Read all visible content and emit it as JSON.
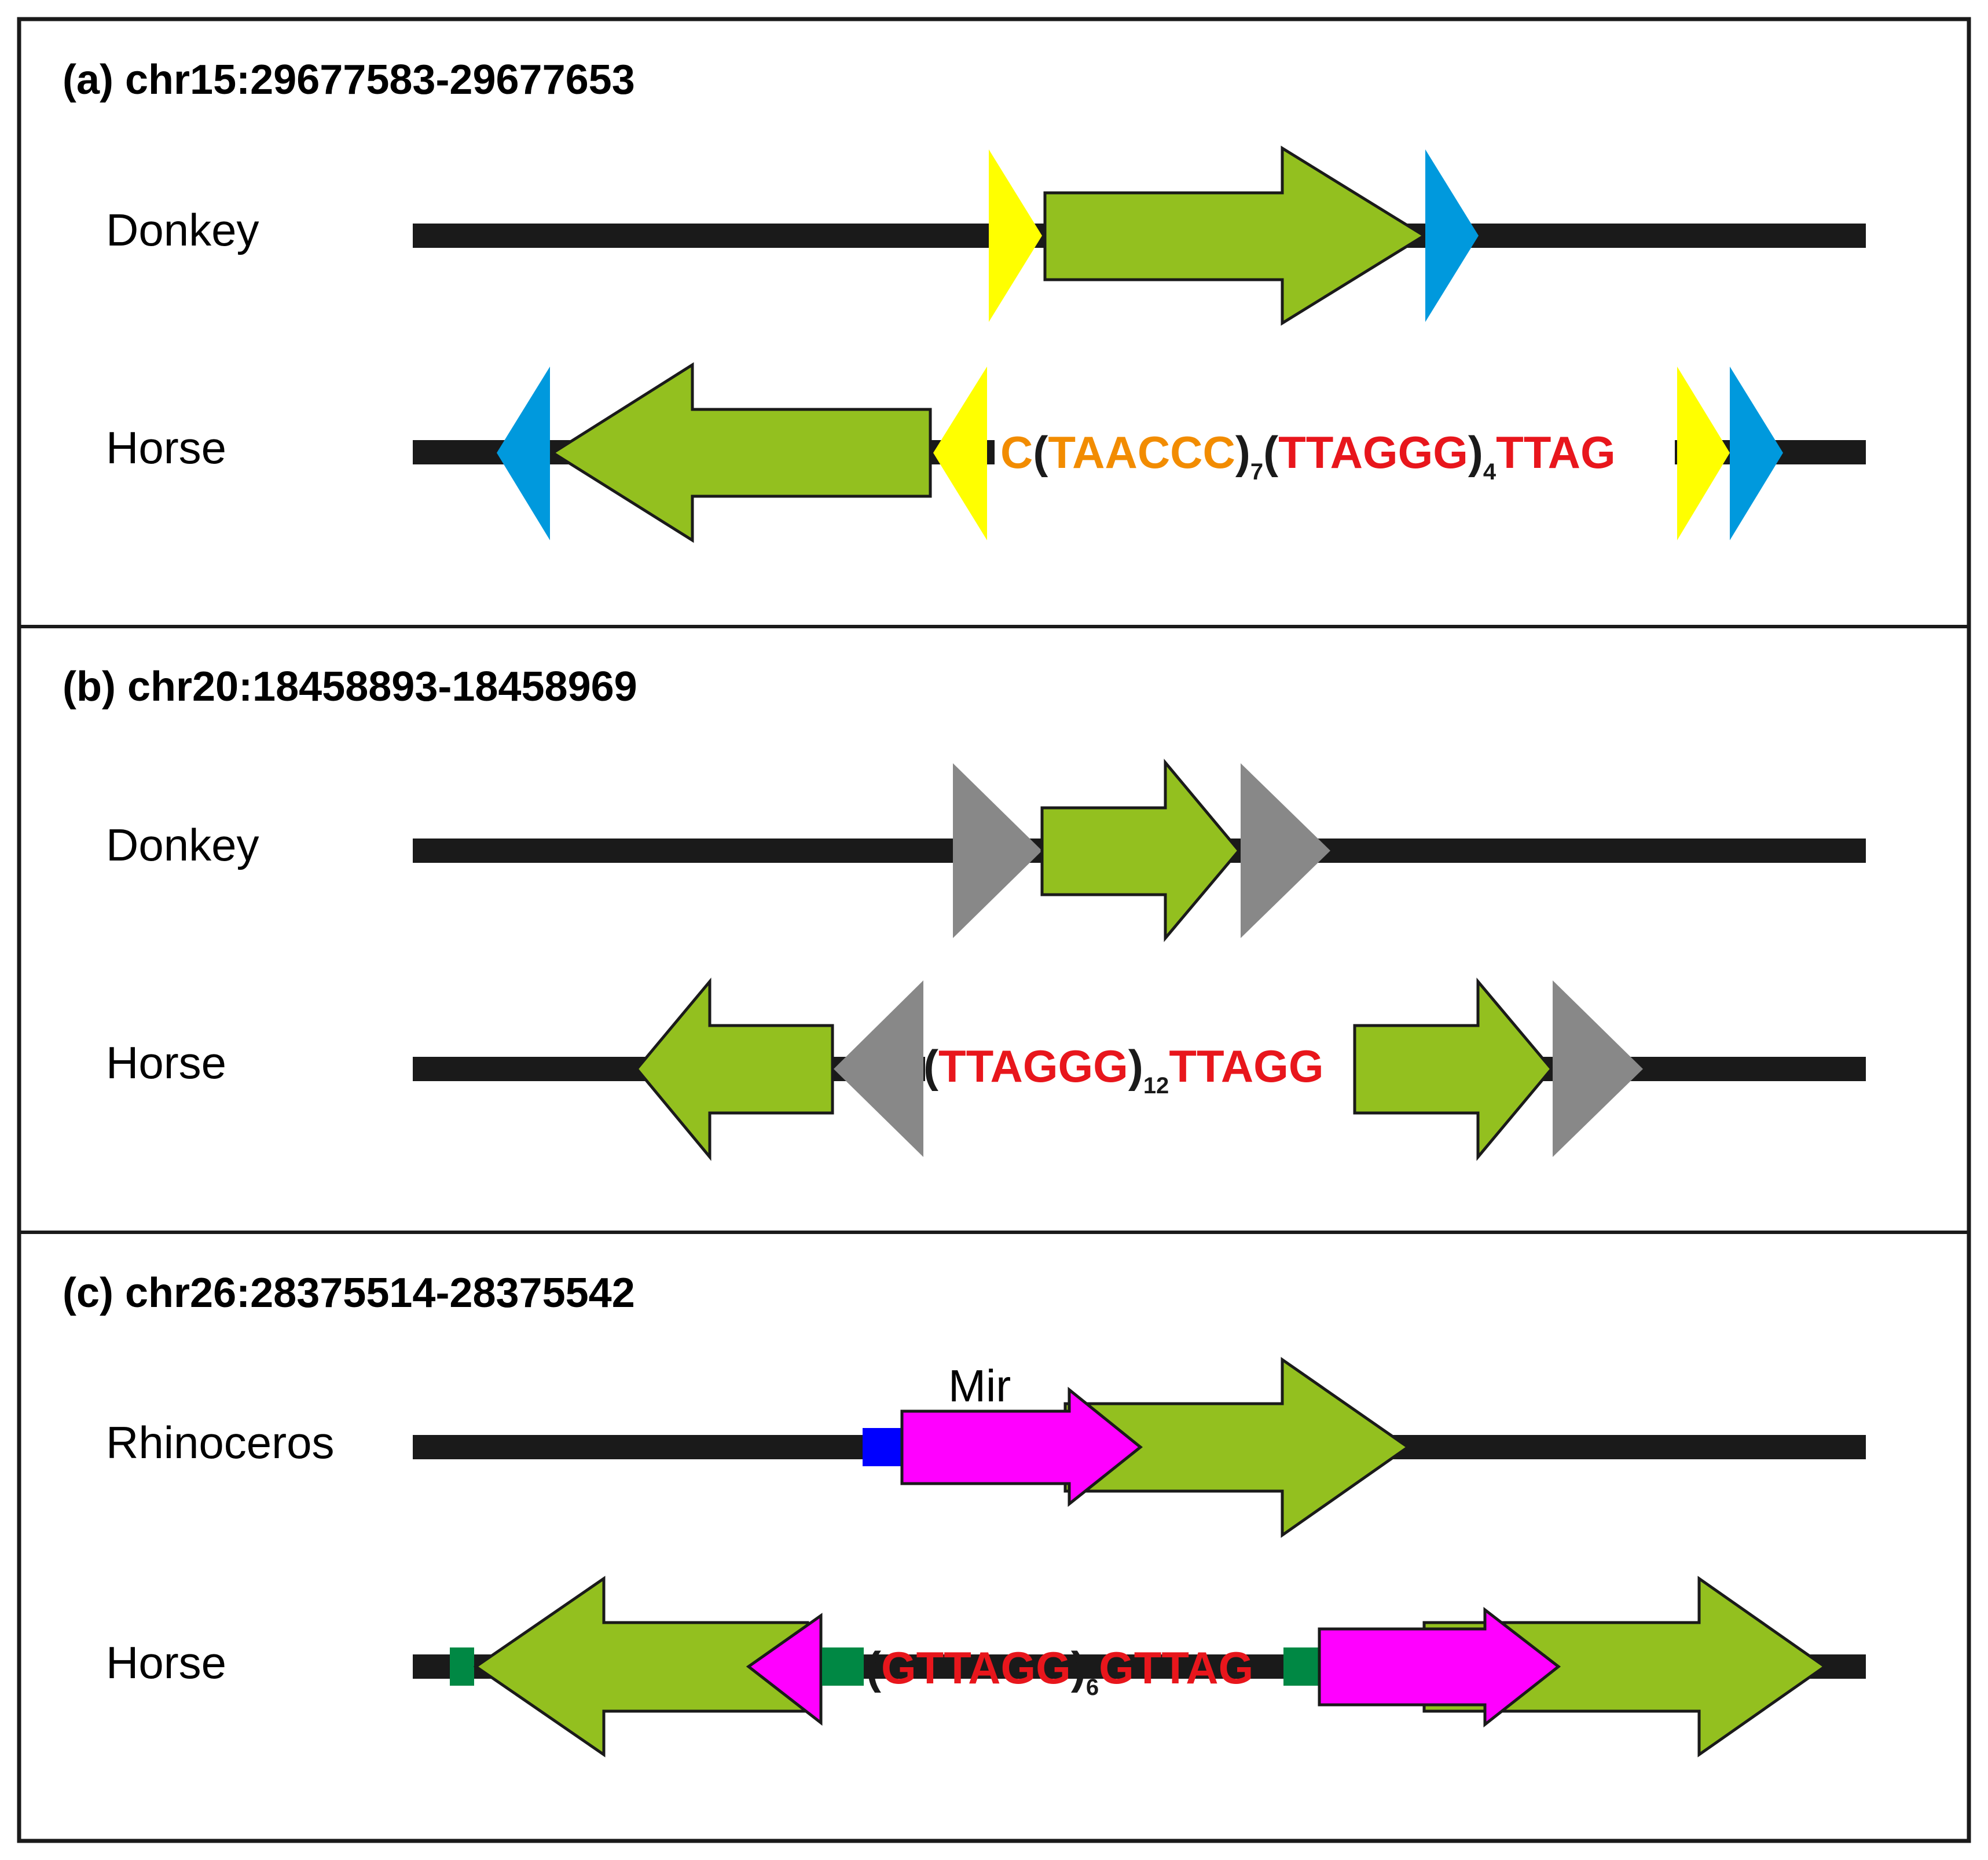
{
  "colors": {
    "green": "#93c01f",
    "yellow": "#ffff00",
    "blue": "#0099dd",
    "gray": "#888888",
    "magenta": "#ff00ff",
    "darkblue": "#0000ff",
    "darkgreen": "#008844",
    "orange": "#f28c00",
    "red": "#e8161c",
    "line": "#1a1a1a"
  },
  "panels": [
    {
      "title": "(a) chr15:29677583-29677653",
      "species": [
        "Donkey",
        "Horse"
      ],
      "sequence": [
        {
          "text": "C",
          "color": "orange"
        },
        {
          "text": "(",
          "color": "black"
        },
        {
          "text": "TAACCC",
          "color": "orange"
        },
        {
          "text": ")",
          "color": "black"
        },
        {
          "text": "7",
          "color": "black",
          "sub": true
        },
        {
          "text": "(",
          "color": "black"
        },
        {
          "text": "TTAGGG",
          "color": "red"
        },
        {
          "text": ")",
          "color": "black"
        },
        {
          "text": "4",
          "color": "black",
          "sub": true
        },
        {
          "text": "TTAG",
          "color": "red"
        }
      ]
    },
    {
      "title": "(b) chr20:18458893-18458969",
      "species": [
        "Donkey",
        "Horse"
      ],
      "sequence": [
        {
          "text": "(",
          "color": "black"
        },
        {
          "text": "TTAGGG",
          "color": "red"
        },
        {
          "text": ")",
          "color": "black"
        },
        {
          "text": "12",
          "color": "black",
          "sub": true
        },
        {
          "text": "TTAGG",
          "color": "red"
        }
      ]
    },
    {
      "title": "(c) chr26:28375514-28375542",
      "species": [
        "Rhinoceros",
        "Horse"
      ],
      "element_label": "Mir",
      "sequence": [
        {
          "text": "(",
          "color": "black"
        },
        {
          "text": "GTTAGG",
          "color": "red"
        },
        {
          "text": ")",
          "color": "black"
        },
        {
          "text": "6",
          "color": "black",
          "sub": true
        },
        {
          "text": "GTTAG",
          "color": "red"
        }
      ]
    }
  ]
}
